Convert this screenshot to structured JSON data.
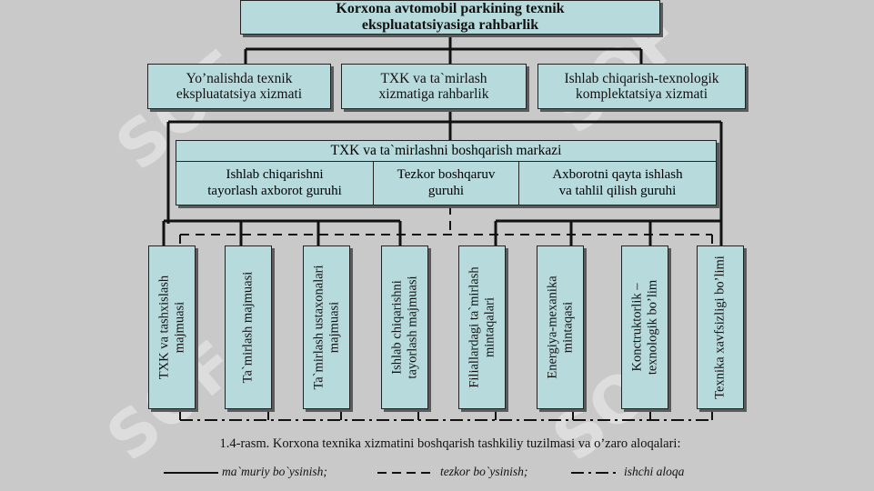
{
  "top_box": "Korxona avtomobil parkining texnik\nekspluatatsiyasiga rahbarlik",
  "level2": [
    "Yo’nalishda texnik\nekspluatatsiya xizmati",
    "TXK va ta`mirlash\nxizmatiga rahbarlik",
    "Ishlab chiqarish-texnologik\nkomplektatsiya xizmati"
  ],
  "center": {
    "title": "TXK va ta`mirlashni boshqarish markazi",
    "groups": [
      "Ishlab chiqarishni\ntayorlash axborot guruhi",
      "Tezkor boshqaruv\nguruhi",
      "Axborotni qayta ishlash\nva tahlil qilish guruhi"
    ]
  },
  "units": [
    "TXK va tashxislash\nmajmuasi",
    "Ta`mirlash majmuasi",
    "Ta`mirlash ustaxonalari\nmajmuasi",
    "Ishlab chiqarishni\ntayorlash majmuasi",
    "Filiallardagi ta`mirlash\nmintaqalari",
    "Energiya-mexanika\nmintaqasi",
    "Konctruktorlik –\ntexnologik bo’lim",
    "Texnika xavfsizligi bo’limi"
  ],
  "caption": "1.4-rasm. Korxona texnika xizmatini boshqarish tashkiliy tuzilmasi va o’zaro aloqalari:",
  "legend": [
    {
      "style": "solid",
      "label": "ma`muriy bo`ysinish;"
    },
    {
      "style": "dashed",
      "label": "tezkor bo`ysinish;"
    },
    {
      "style": "dashdot",
      "label": "ishchi aloqa"
    }
  ],
  "watermark": "SOF",
  "colors": {
    "box_fill": "#b7dadd",
    "background": "#c9c9c9",
    "line": "#111111"
  }
}
